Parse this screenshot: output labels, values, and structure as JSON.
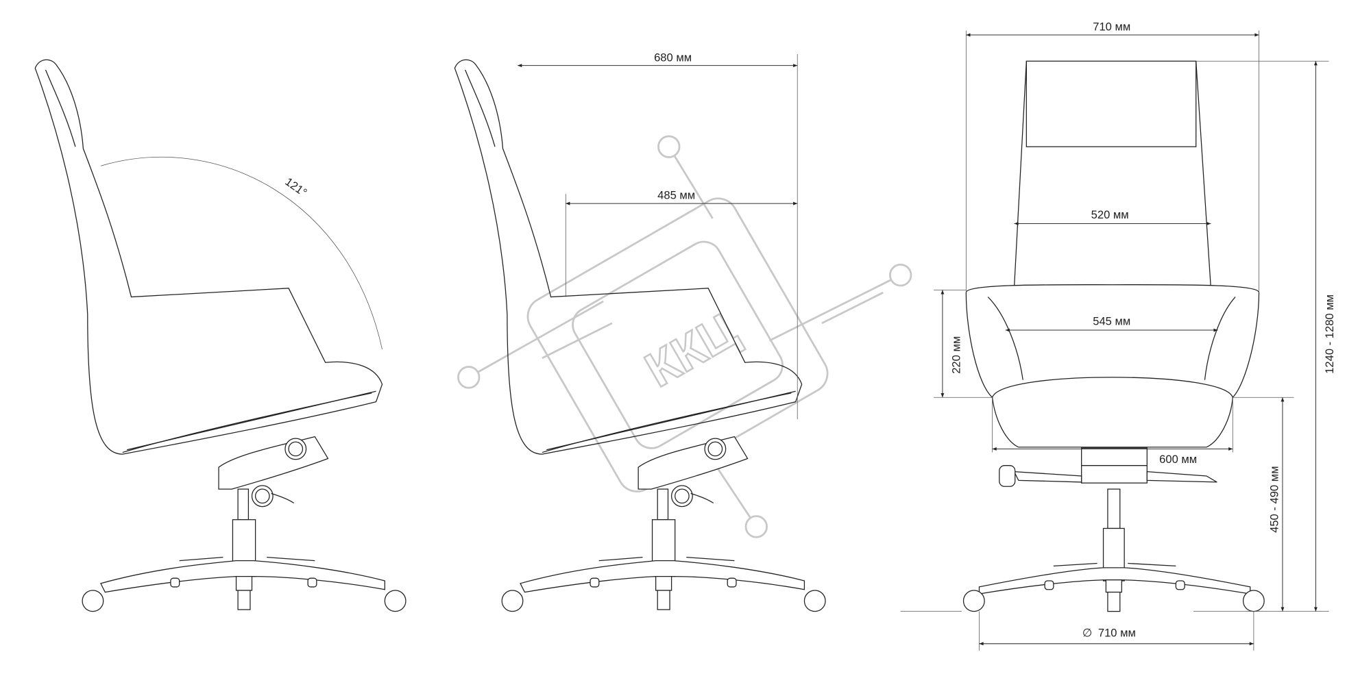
{
  "diagram": {
    "side_view_angle": {
      "recline_angle": "121°"
    },
    "side_view_dims": {
      "depth_total": "680 мм",
      "seat_depth": "485 мм"
    },
    "front_view_dims": {
      "width_total": "710 мм",
      "back_width": "520 мм",
      "seat_width_between_arms": "545 мм",
      "armrest_height": "220 мм",
      "seat_width": "600 мм",
      "seat_height": "450 - 490 мм",
      "total_height": "1240 - 1280 мм",
      "base_diameter_symbol": "∅",
      "base_diameter": "710 мм"
    },
    "watermark": {
      "text": "ККЦ"
    },
    "colors": {
      "line": "#222222",
      "watermark": "#c8c8c8"
    }
  }
}
